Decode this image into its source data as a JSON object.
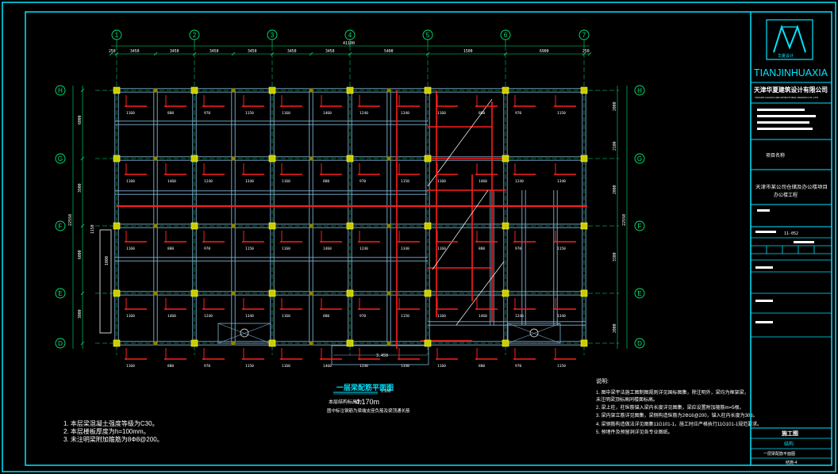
{
  "colors": {
    "background": "#000000",
    "frame": "#00e5ff",
    "grid_axis": "#00e676",
    "beam": "#7fb3d5",
    "rebar_top": "#ff1e1e",
    "column": "#ffff33",
    "text": "#ffffff"
  },
  "grid": {
    "column_labels": [
      "1",
      "2",
      "3",
      "4",
      "5",
      "6",
      "7"
    ],
    "row_labels": [
      "H",
      "G",
      "F",
      "E",
      "D"
    ],
    "top_dims": [
      "250",
      "3450",
      "3450",
      "3450",
      "3450",
      "3450",
      "3450",
      "5400",
      "1500",
      "6900",
      "250"
    ],
    "overall_top": "41100",
    "left_dims": [
      "6000",
      "3900",
      "6000",
      "3000"
    ],
    "overall_left": "22550",
    "right_dims": [
      "2000",
      "2100",
      "2000",
      "3300",
      "2000"
    ],
    "left_notes": [
      "1150",
      "1000"
    ]
  },
  "beam_labels": [
    "1160",
    "880",
    "970",
    "1150",
    "1160",
    "1460",
    "1240",
    "1340"
  ],
  "plan": {
    "title": "一层梁配筋平面图",
    "scale": "1:100",
    "elevation_label": "本层结构标高为",
    "elevation_value": "4.170m",
    "subtitle": "图中标注钢筋为梁端支座负筋及梁顶通长筋",
    "stair_label": "3.450"
  },
  "notes_left": [
    "1. 本层梁混凝土强度等级为C30。",
    "2. 本层楼板厚度为h=100mm。",
    "3. 未注明梁附加箍筋为8Φ8@200。"
  ],
  "notes_right": {
    "heading": "说明:",
    "items": [
      "1. 图中梁平法施工图制图规则详见国标图集，除注明外，梁均为框架梁，",
      "   未注明梁顶标高同楼面标高。",
      "2. 梁上柱，柱纵筋锚入梁内长度详见图集，梁应设置附加箍筋m=5根。",
      "3. 梁内架立筋详见图集，梁侧构造纵筋为2Φ16@200，锚入柱内长度为30d。",
      "4. 梁钢筋构造做法详见图集11G101-1，施工时应严格执行11G101-1规范要求。",
      "5. 预埋件及预留洞详见各专业图纸。"
    ]
  },
  "title_block": {
    "brand": "TIANJINHUAXIA",
    "logo_caption": "华夏设计",
    "company": "天津华夏建筑设计有限公司",
    "company_en": "TIANJIN HUAXIA ARCHITECTURAL DESIGN CO.,LTD",
    "project_label": "项目名称",
    "project_name": "天津市某公司仓储及办公楼项目",
    "project_sub": "办公楼工程",
    "stage": "施工图",
    "discipline": "结构",
    "drawing_title": "一层梁配筋平面图",
    "drawing_no": "结施-4",
    "field_code": "11-052"
  }
}
